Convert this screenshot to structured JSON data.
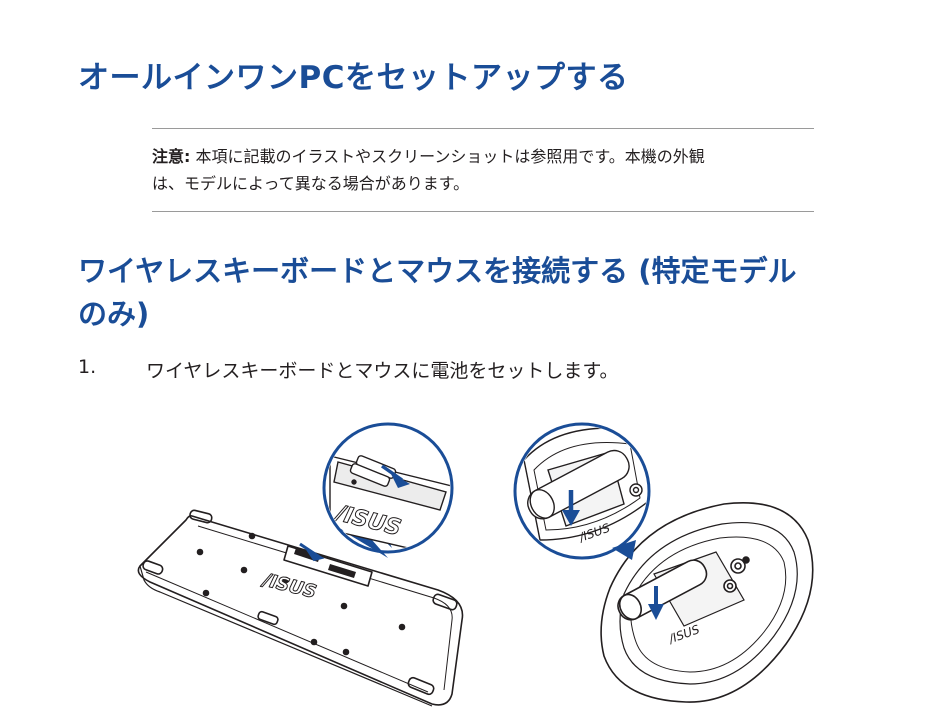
{
  "title": "オールインワンPCをセットアップする",
  "note": {
    "label": "注意:",
    "line1": " 本項に記載のイラストやスクリーンショットは参照用です。本機の外観",
    "line2": "は、モデルによって異なる場合があります。"
  },
  "section": {
    "heading": "ワイヤレスキーボードとマウスを接続する (特定モデルのみ)"
  },
  "steps": [
    {
      "number": "1.",
      "text": "ワイヤレスキーボードとマウスに電池をセットします。"
    }
  ],
  "illustration": {
    "keyboard_logo": "/ISUS",
    "mouse_logo": "/ISUS",
    "accent_color": "#1a4d97"
  }
}
